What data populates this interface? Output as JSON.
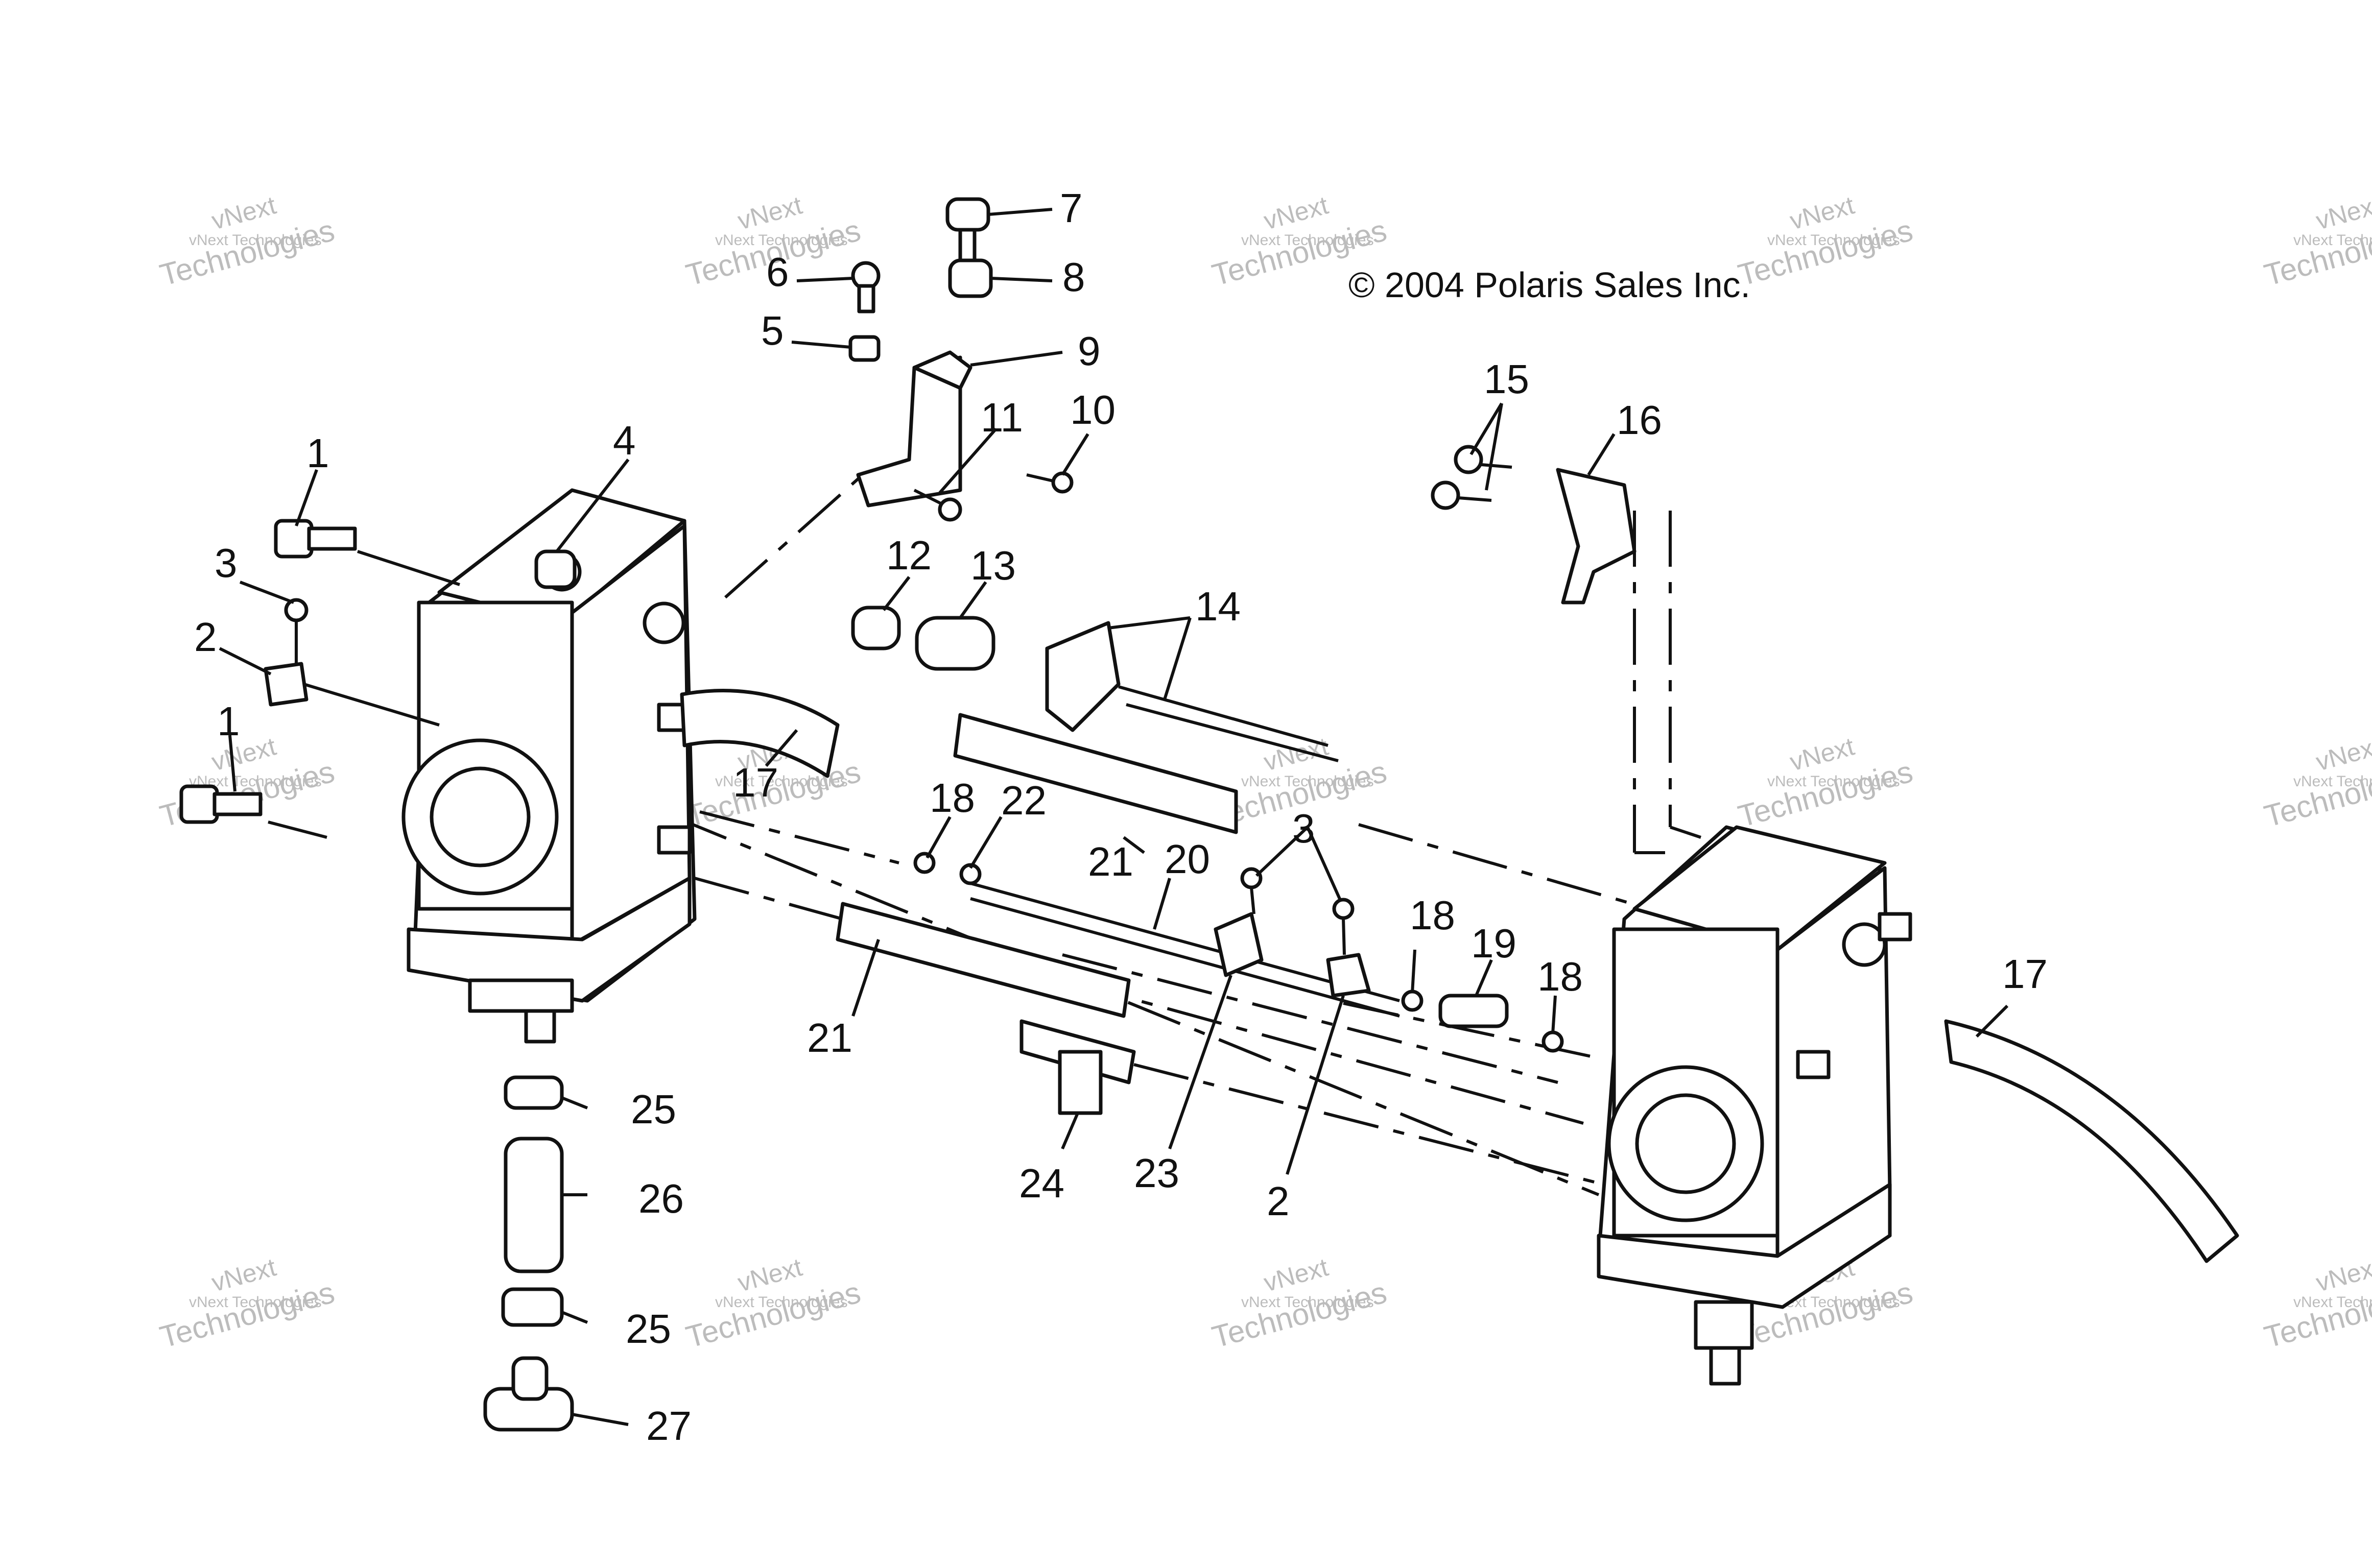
{
  "copyright": "© 2004 Polaris Sales Inc.",
  "watermark": {
    "line1": "vNext Technologies",
    "line2": "vNext",
    "line3": "Technologies"
  },
  "callouts": {
    "c1a": "1",
    "c1b": "1",
    "c2a": "2",
    "c2b": "2",
    "c3a": "3",
    "c3b": "3",
    "c4": "4",
    "c5": "5",
    "c6": "6",
    "c7": "7",
    "c8": "8",
    "c9": "9",
    "c10": "10",
    "c11": "11",
    "c12": "12",
    "c13": "13",
    "c14": "14",
    "c15": "15",
    "c16": "16",
    "c17a": "17",
    "c17b": "17",
    "c18a": "18",
    "c18b": "18",
    "c18c": "18",
    "c19": "19",
    "c20": "20",
    "c21a": "21",
    "c21b": "21",
    "c22": "22",
    "c23": "23",
    "c24": "24",
    "c25a": "25",
    "c25b": "25",
    "c26": "26",
    "c27": "27"
  }
}
